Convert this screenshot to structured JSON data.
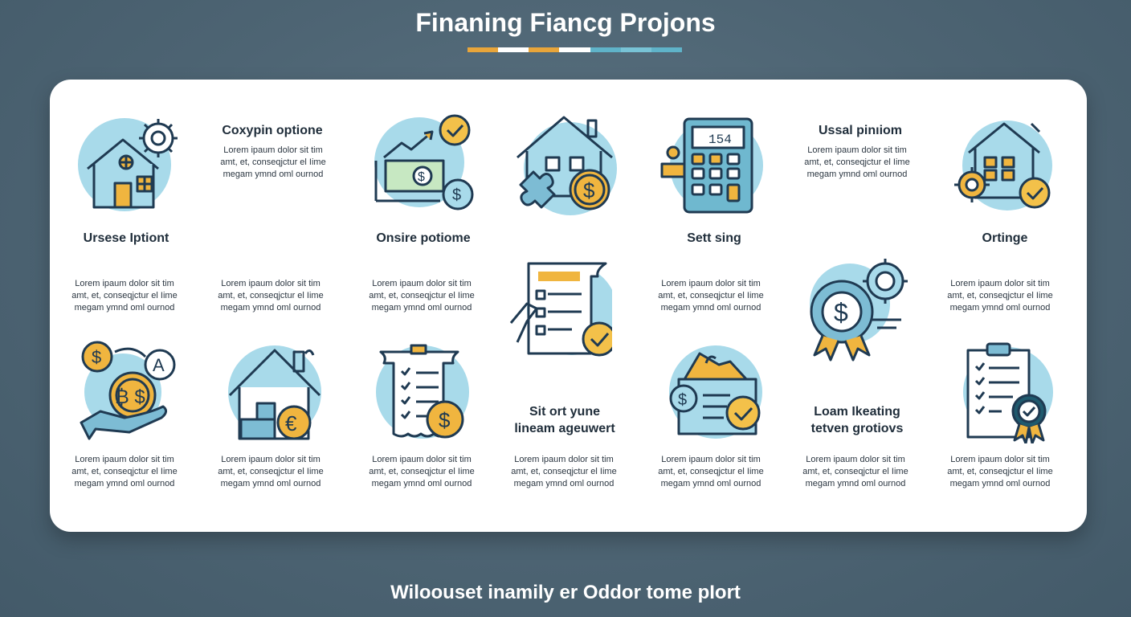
{
  "title": "Finaning Fiancg Projons",
  "title_bar_colors": [
    "#e8a53a",
    "#ffffff",
    "#e8a53a",
    "#ffffff",
    "#5fb3c9",
    "#78c3d6",
    "#5fb3c9"
  ],
  "footer": "Wiloouset inamily er Oddor tome pIort",
  "colors": {
    "accent_blue": "#a8daea",
    "accent_gold": "#f0b53f",
    "stroke": "#1f3a52",
    "check_gold": "#f3c14a"
  },
  "headings": {
    "h1": "Coxypin optione",
    "h2": "Ussal pinıiom",
    "h3": "Ursese Iptiont",
    "h4": "Onsire potiome",
    "h5": "Sett sing",
    "h6": "Ortinge",
    "h7_line1": "Sit ort yune",
    "h7_line2": "lineam ageuwert",
    "h8_line1": "Loam Ikeating",
    "h8_line2": "tetven grotiovs"
  },
  "lorem": {
    "line1": "Lorem ipaum dolor sit tim",
    "line2": "amt, et, conseqjctur el Iime",
    "line3": "megam ymnd oml ournod"
  },
  "icons": [
    "house-gear-icon",
    "money-trend-icon",
    "house-puzzle-coin-icon",
    "calculator-icon",
    "house-gear-check-icon",
    "document-check-icon",
    "badge-dollar-gear-icon",
    "hand-coin-exchange-icon",
    "house-euro-icon",
    "checklist-dollar-icon",
    "wallet-check-icon",
    "clipboard-award-icon"
  ]
}
